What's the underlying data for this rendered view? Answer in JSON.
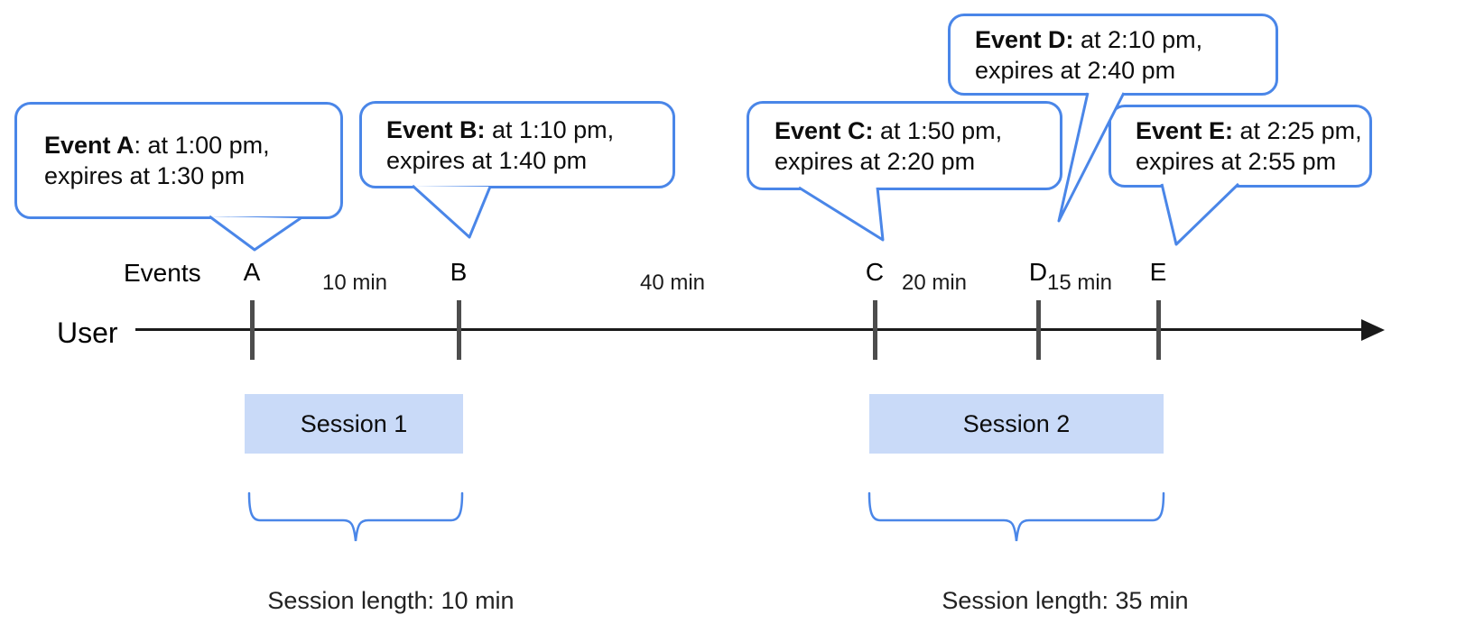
{
  "labels": {
    "events": "Events",
    "user": "User"
  },
  "bubbles": [
    {
      "id": "A",
      "bold": "Event A",
      "rest": ": at 1:00 pm,",
      "line2": "expires at 1:30 pm"
    },
    {
      "id": "B",
      "bold": "Event B:",
      "rest": " at 1:10 pm,",
      "line2": "expires at 1:40 pm"
    },
    {
      "id": "C",
      "bold": "Event C:",
      "rest": " at 1:50 pm,",
      "line2": "expires at 2:20 pm"
    },
    {
      "id": "D",
      "bold": "Event D:",
      "rest": " at 2:10 pm,",
      "line2": "expires at 2:40 pm"
    },
    {
      "id": "E",
      "bold": "Event E:",
      "rest": " at 2:25 pm,",
      "line2": "expires at 2:55 pm"
    }
  ],
  "timeline": {
    "tick_labels": [
      "A",
      "B",
      "C",
      "D",
      "E"
    ],
    "intervals": [
      "10 min",
      "40 min",
      "20 min",
      "15 min"
    ]
  },
  "sessions": [
    {
      "label": "Session 1",
      "length": "Session length: 10 min"
    },
    {
      "label": "Session 2",
      "length": "Session length: 35 min"
    }
  ],
  "colors": {
    "bubble_border": "#4a86e8",
    "bubble_fill": "#ffffff",
    "brace": "#4a86e8",
    "session_fill": "#c9daf8",
    "tick": "#4d4d4d",
    "axis": "#1a1a1a"
  }
}
